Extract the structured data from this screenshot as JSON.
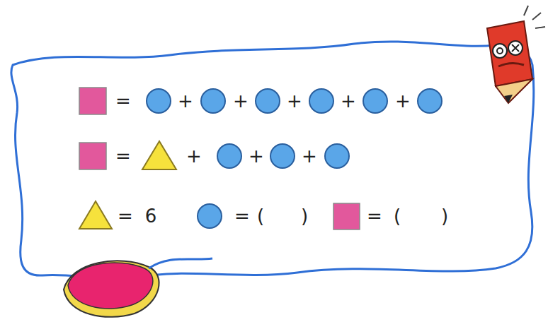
{
  "diagram": {
    "labels": [
      "=",
      "+",
      "+",
      "+",
      "+",
      "+",
      "=",
      "+",
      "+",
      "+",
      "=",
      "6",
      "=",
      "(",
      ")",
      "=",
      "(",
      ")"
    ]
  }
}
